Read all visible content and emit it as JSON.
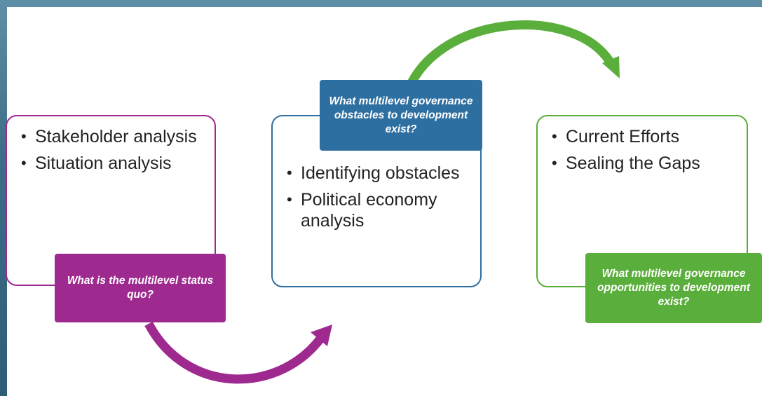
{
  "colors": {
    "purple": "#9e2a8f",
    "blue": "#2e6fa1",
    "green": "#5aae3b",
    "text": "#222222"
  },
  "stages": [
    {
      "border_color": "#9e2a8f",
      "bullets": [
        "Stakeholder analysis",
        "Situation analysis"
      ],
      "question": "What is the multilevel status quo?"
    },
    {
      "border_color": "#2e6fa1",
      "bullets": [
        "Identifying obstacles",
        "Political economy analysis"
      ],
      "question": "What multilevel governance obstacles to development exist?"
    },
    {
      "border_color": "#5aae3b",
      "bullets": [
        "Current Efforts",
        "Sealing the Gaps"
      ],
      "question": "What multilevel governance opportunities to development exist?"
    }
  ],
  "connectors": [
    {
      "from": "stage-1",
      "to": "stage-2",
      "color": "#9e2a8f",
      "icon": "curved-arrow-icon"
    },
    {
      "from": "stage-2",
      "to": "stage-3",
      "color": "#5aae3b",
      "icon": "curved-arrow-icon"
    }
  ]
}
